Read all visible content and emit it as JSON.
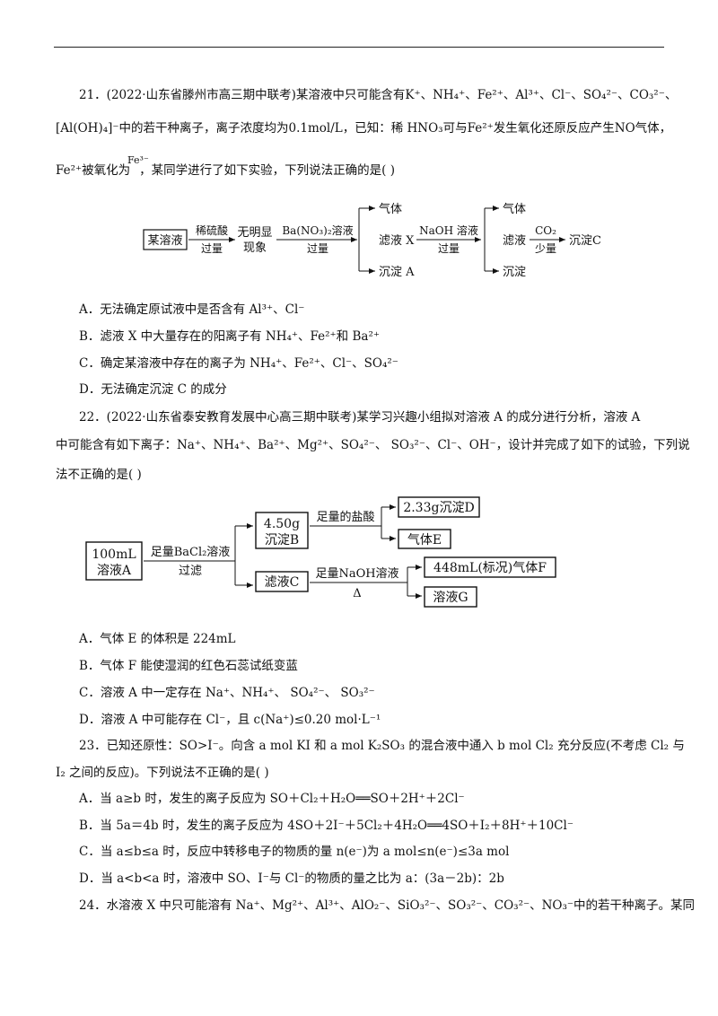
{
  "q21": {
    "l1": "21．(2022·山东省滕州市高三期中联考)某溶液中只可能含有K⁺、NH₄⁺、Fe²⁺、Al³⁺、Cl⁻、SO₄²⁻、CO₃²⁻、",
    "l2": "[Al(OH)₄]⁻中的若干种离子，离子浓度均为0.1mol/L，已知：稀 HNO₃可与Fe²⁺发生氧化还原反应产生NO气体，",
    "l3a": "Fe²⁺被氧化为",
    "l3sup": "Fe³⁻",
    "l3b": "，某同学进行了如下实验，下列说法正确的是(      )",
    "diagram": {
      "box": "某溶液",
      "arrow1_top": "稀硫酸",
      "arrow1_bottom": "过量",
      "mid1a": "无明显",
      "mid1b": "现象",
      "arrow2_top": "Ba(NO₃)₂溶液",
      "arrow2_bottom": "过量",
      "gas1": "气体",
      "filtrate": "滤液 X",
      "ppt1": "沉淀 A",
      "arrow3_top": "NaOH 溶液",
      "arrow3_bottom": "过量",
      "gas2": "气体",
      "filtrate2": "滤液",
      "ppt2": "沉淀",
      "arrow4_top": "CO₂",
      "arrow4_bottom": "少量",
      "pptC": "沉淀C"
    },
    "A": "A．无法确定原试液中是否含有 Al³⁺、Cl⁻",
    "B": "B．滤液 X 中大量存在的阳离子有 NH₄⁺、Fe²⁺和 Ba²⁺",
    "C": "C．确定某溶液中存在的离子为 NH₄⁺、Fe²⁺、Cl⁻、SO₄²⁻",
    "D": "D．无法确定沉淀 C 的成分"
  },
  "q22": {
    "l1": "22．(2022·山东省泰安教育发展中心高三期中联考)某学习兴趣小组拟对溶液 A 的成分进行分析，溶液 A",
    "l2": "中可能含有如下离子：Na⁺、NH₄⁺、Ba²⁺、Mg²⁺、SO₄²⁻、 SO₃²⁻、Cl⁻、OH⁻，设计并完成了如下的试验，下列说",
    "l3": "法不正确的是(      )",
    "diagram": {
      "boxA1": "100mL",
      "boxA2": "溶液A",
      "arrow_top": "足量BaCl₂溶液",
      "arrow_bottom": "过滤",
      "boxB1": "4.50g",
      "boxB2": "沉淀B",
      "hcl": "足量的盐酸",
      "boxD": "2.33g沉淀D",
      "boxE": "气体E",
      "boxC": "滤液C",
      "naoh": "足量NaOH溶液",
      "delta": "Δ",
      "boxF": "448mL(标况)气体F",
      "boxG": "溶液G"
    },
    "A": "A．气体 E 的体积是 224mL",
    "B": "B．气体 F 能使湿润的红色石蕊试纸变蓝",
    "C": "C．溶液 A 中一定存在 Na⁺、NH₄⁺、 SO₄²⁻、 SO₃²⁻",
    "D": "D．溶液 A 中可能存在 Cl⁻，且 c(Na⁺)≤0.20 mol·L⁻¹"
  },
  "q23": {
    "l1": "23．已知还原性：SO>I⁻。向含 a  mol KI 和 a  mol K₂SO₃ 的混合液中通入 b  mol Cl₂ 充分反应(不考虑 Cl₂ 与",
    "l2": "I₂ 之间的反应)。下列说法不正确的是(      )",
    "A": "A．当 a≥b 时，发生的离子反应为 SO＋Cl₂＋H₂O══SO＋2H⁺＋2Cl⁻",
    "B": "B．当 5a＝4b 时，发生的离子反应为 4SO＋2I⁻＋5Cl₂＋4H₂O══4SO＋I₂＋8H⁺＋10Cl⁻",
    "C": "C．当 a≤b≤a 时，反应中转移电子的物质的量 n(e⁻)为 a  mol≤n(e⁻)≤3a  mol",
    "D": "D．当 a<b<a 时，溶液中 SO、I⁻与 Cl⁻的物质的量之比为 a：(3a－2b)：2b"
  },
  "q24": {
    "l1": "24．水溶液 X 中只可能溶有 Na⁺、Mg²⁺、Al³⁺、AlO₂⁻、SiO₃²⁻、SO₃²⁻、CO₃²⁻、NO₃⁻中的若干种离子。某同"
  }
}
